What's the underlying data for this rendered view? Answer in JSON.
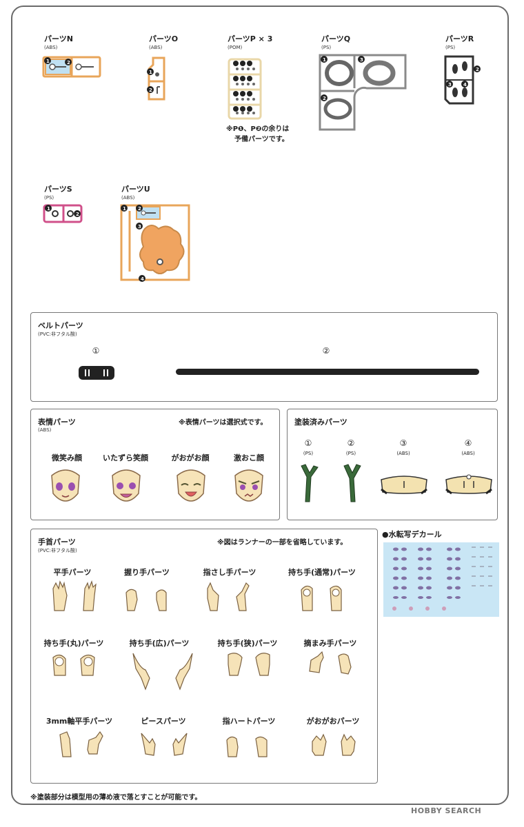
{
  "parts": [
    {
      "name": "パーツN",
      "material": "(ABS)"
    },
    {
      "name": "パーツO",
      "material": "(ABS)"
    },
    {
      "name": "パーツP × 3",
      "material": "(POM)"
    },
    {
      "name": "パーツQ",
      "material": "(PS)"
    },
    {
      "name": "パーツR",
      "material": "(PS)"
    },
    {
      "name": "パーツS",
      "material": "(PS)"
    },
    {
      "name": "パーツU",
      "material": "(ABS)"
    }
  ],
  "p_note": [
    "※P❶、P❷の余りは",
    "予備パーツです。"
  ],
  "belt": {
    "title": "ベルトパーツ",
    "material": "(PVC:非フタル酸)",
    "items": [
      "①",
      "②"
    ]
  },
  "face": {
    "title": "表情パーツ",
    "material": "(ABS)",
    "note": "※表情パーツは選択式です。",
    "items": [
      "微笑み顔",
      "いたずら笑顔",
      "がおがお顔",
      "激おこ顔"
    ]
  },
  "painted": {
    "title": "塗装済みパーツ",
    "items": [
      {
        "num": "①",
        "mat": "(PS)"
      },
      {
        "num": "②",
        "mat": "(PS)"
      },
      {
        "num": "③",
        "mat": "(ABS)"
      },
      {
        "num": "④",
        "mat": "(ABS)"
      }
    ]
  },
  "hands": {
    "title": "手首パーツ",
    "material": "(PVC:非フタル酸)",
    "note": "※図はランナーの一部を省略しています。",
    "items": [
      "平手パーツ",
      "握り手パーツ",
      "指さし手パーツ",
      "持ち手(通常)パーツ",
      "持ち手(丸)パーツ",
      "持ち手(広)パーツ",
      "持ち手(狭)パーツ",
      "摘まみ手パーツ",
      "3mm軸平手パーツ",
      "ピースパーツ",
      "指ハートパーツ",
      "がおがおパーツ"
    ]
  },
  "decal": {
    "title": "●水転写デカール"
  },
  "footer": {
    "note": "※塗装部分は模型用の薄め液で落とすことが可能です。",
    "logo": "HOBBY SEARCH"
  },
  "colors": {
    "abs_orange": "#e8a55a",
    "pom_tan": "#e9d7a8",
    "ps_gray": "#8a8a8a",
    "skin": "#f6e3b8",
    "decal_blue": "#c9e6f5",
    "pink": "#d0508a"
  }
}
